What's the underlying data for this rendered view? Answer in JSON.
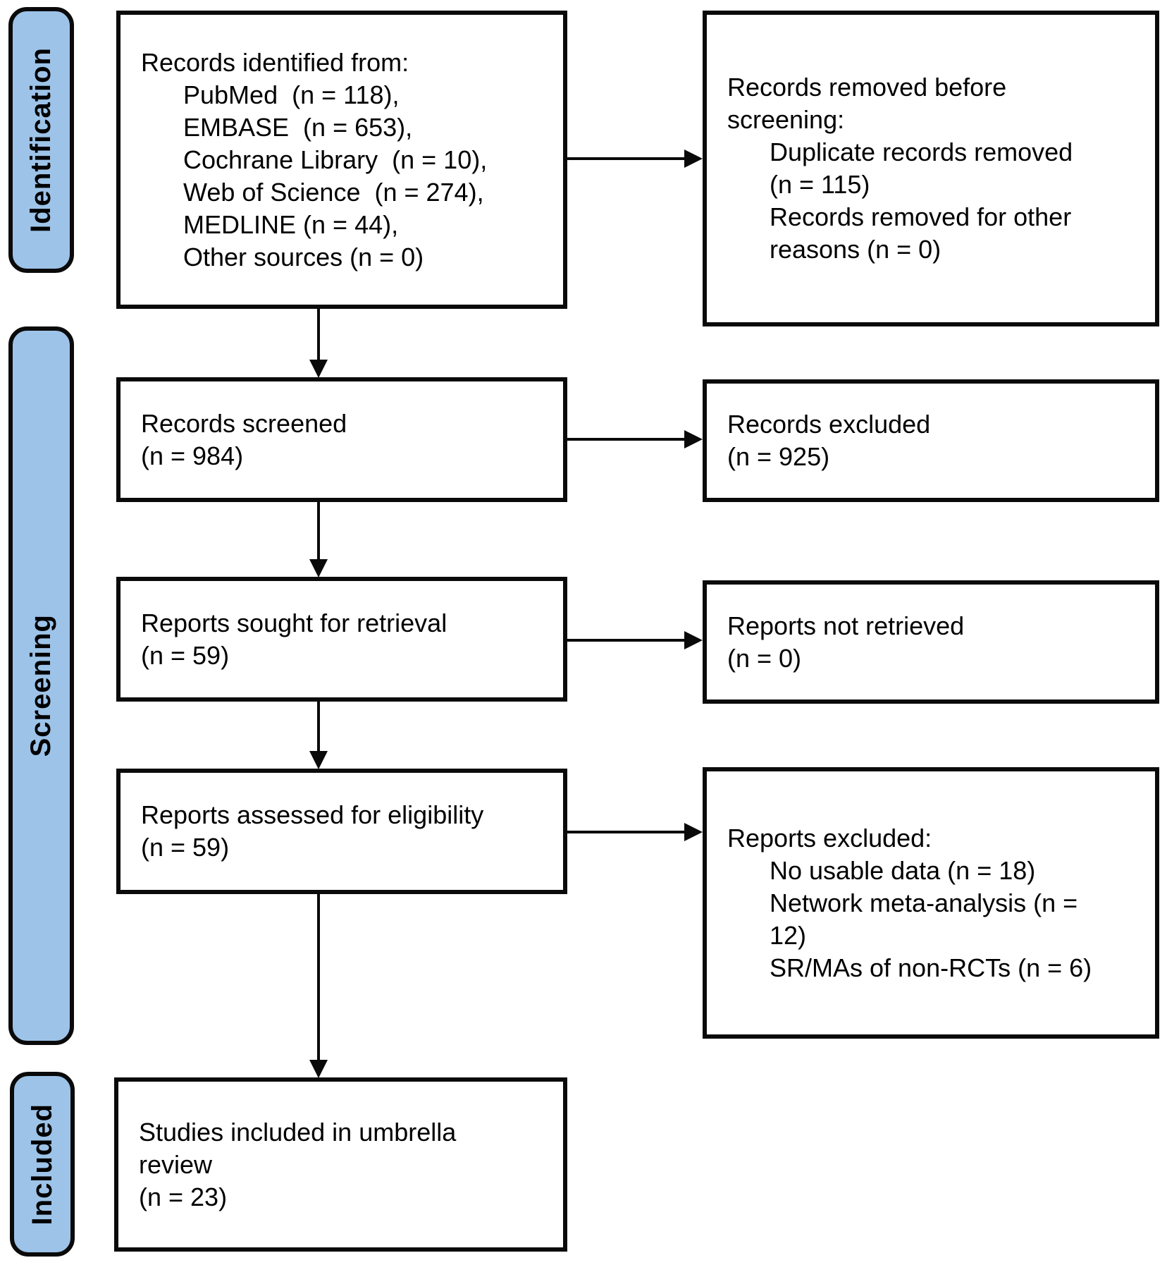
{
  "colors": {
    "page_bg": "#ffffff",
    "stage_fill": "#9DC3E8",
    "stage_border": "#0a0a0a",
    "box_fill": "#ffffff",
    "box_border": "#0a0a0a",
    "arrow": "#0a0a0a",
    "text": "#000000"
  },
  "stages": [
    {
      "label": "Identification"
    },
    {
      "label": "Screening"
    },
    {
      "label": "Included"
    }
  ],
  "boxes": {
    "identified": {
      "lines": [
        {
          "text": "Records identified from:",
          "indent": 0
        },
        {
          "text": "PubMed  (n = 118),",
          "indent": 1
        },
        {
          "text": "EMBASE  (n = 653),",
          "indent": 1
        },
        {
          "text": "Cochrane Library  (n = 10),",
          "indent": 1
        },
        {
          "text": "Web of Science  (n = 274),",
          "indent": 1
        },
        {
          "text": "MEDLINE (n = 44),",
          "indent": 1
        },
        {
          "text": "Other sources (n = 0)",
          "indent": 1
        }
      ]
    },
    "removed_before_screening": {
      "lines": [
        {
          "text": "Records removed before",
          "indent": 0
        },
        {
          "text": "screening:",
          "indent": 0
        },
        {
          "text": "Duplicate records removed",
          "indent": 1
        },
        {
          "text": "(n = 115)",
          "indent": 1
        },
        {
          "text": "Records removed for other",
          "indent": 1
        },
        {
          "text": "reasons (n = 0)",
          "indent": 1
        }
      ]
    },
    "screened": {
      "lines": [
        {
          "text": "Records screened",
          "indent": 0
        },
        {
          "text": "(n = 984)",
          "indent": 0
        }
      ]
    },
    "records_excluded": {
      "lines": [
        {
          "text": "Records excluded",
          "indent": 0
        },
        {
          "text": "(n = 925)",
          "indent": 0
        }
      ]
    },
    "sought": {
      "lines": [
        {
          "text": "Reports sought for retrieval",
          "indent": 0
        },
        {
          "text": "(n = 59)",
          "indent": 0
        }
      ]
    },
    "not_retrieved": {
      "lines": [
        {
          "text": "Reports not retrieved",
          "indent": 0
        },
        {
          "text": "(n = 0)",
          "indent": 0
        }
      ]
    },
    "assessed": {
      "lines": [
        {
          "text": "Reports assessed for eligibility",
          "indent": 0
        },
        {
          "text": "(n = 59)",
          "indent": 0
        }
      ]
    },
    "reports_excluded": {
      "lines": [
        {
          "text": "Reports excluded:",
          "indent": 0
        },
        {
          "text": "No usable data (n = 18)",
          "indent": 1
        },
        {
          "text": "Network meta-analysis (n =",
          "indent": 1
        },
        {
          "text": "12)",
          "indent": 1
        },
        {
          "text": "SR/MAs of non-RCTs (n = 6)",
          "indent": 1
        }
      ]
    },
    "included_studies": {
      "lines": [
        {
          "text": "Studies included in umbrella",
          "indent": 0
        },
        {
          "text": "review",
          "indent": 0
        },
        {
          "text": "(n = 23)",
          "indent": 0
        }
      ]
    }
  }
}
